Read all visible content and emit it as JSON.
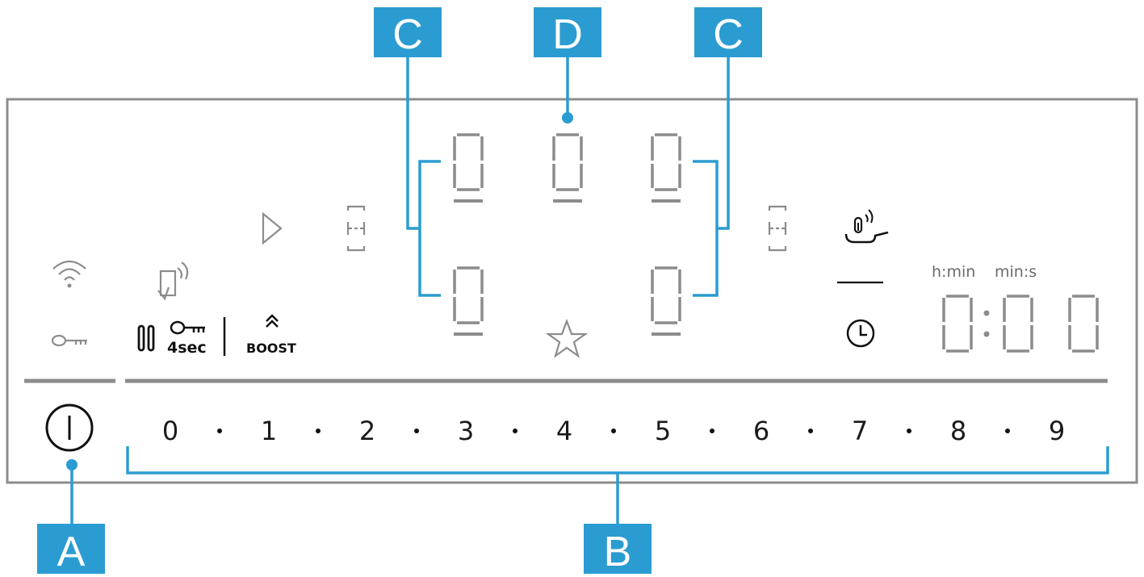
{
  "callouts": {
    "A": "A",
    "B": "B",
    "C_left": "C",
    "D": "D",
    "C_right": "C"
  },
  "zone_displays": {
    "top_left": "0",
    "top_center": "0",
    "top_right": "0",
    "bottom_left": "0",
    "bottom_right": "0"
  },
  "timer": {
    "label_hmin": "h:min",
    "label_mins": "min:s",
    "digits": [
      "0",
      "0",
      "0"
    ]
  },
  "control_labels": {
    "lock_time": "4sec",
    "boost": "BOOST"
  },
  "scale": [
    "0",
    "1",
    "2",
    "3",
    "4",
    "5",
    "6",
    "7",
    "8",
    "9"
  ],
  "colors": {
    "callout_blue": "#2b9cd1",
    "frame_gray": "#8c8c8c",
    "text_dark": "#111111"
  },
  "icons": [
    "wifi-icon",
    "key-icon",
    "remote-start-icon",
    "pause-icon",
    "child-lock-icon",
    "boost-icon",
    "play-icon",
    "zone-combine-left-icon",
    "zone-combine-right-icon",
    "favourite-star-icon",
    "frying-sensor-icon",
    "timer-clock-icon",
    "power-button-icon"
  ]
}
